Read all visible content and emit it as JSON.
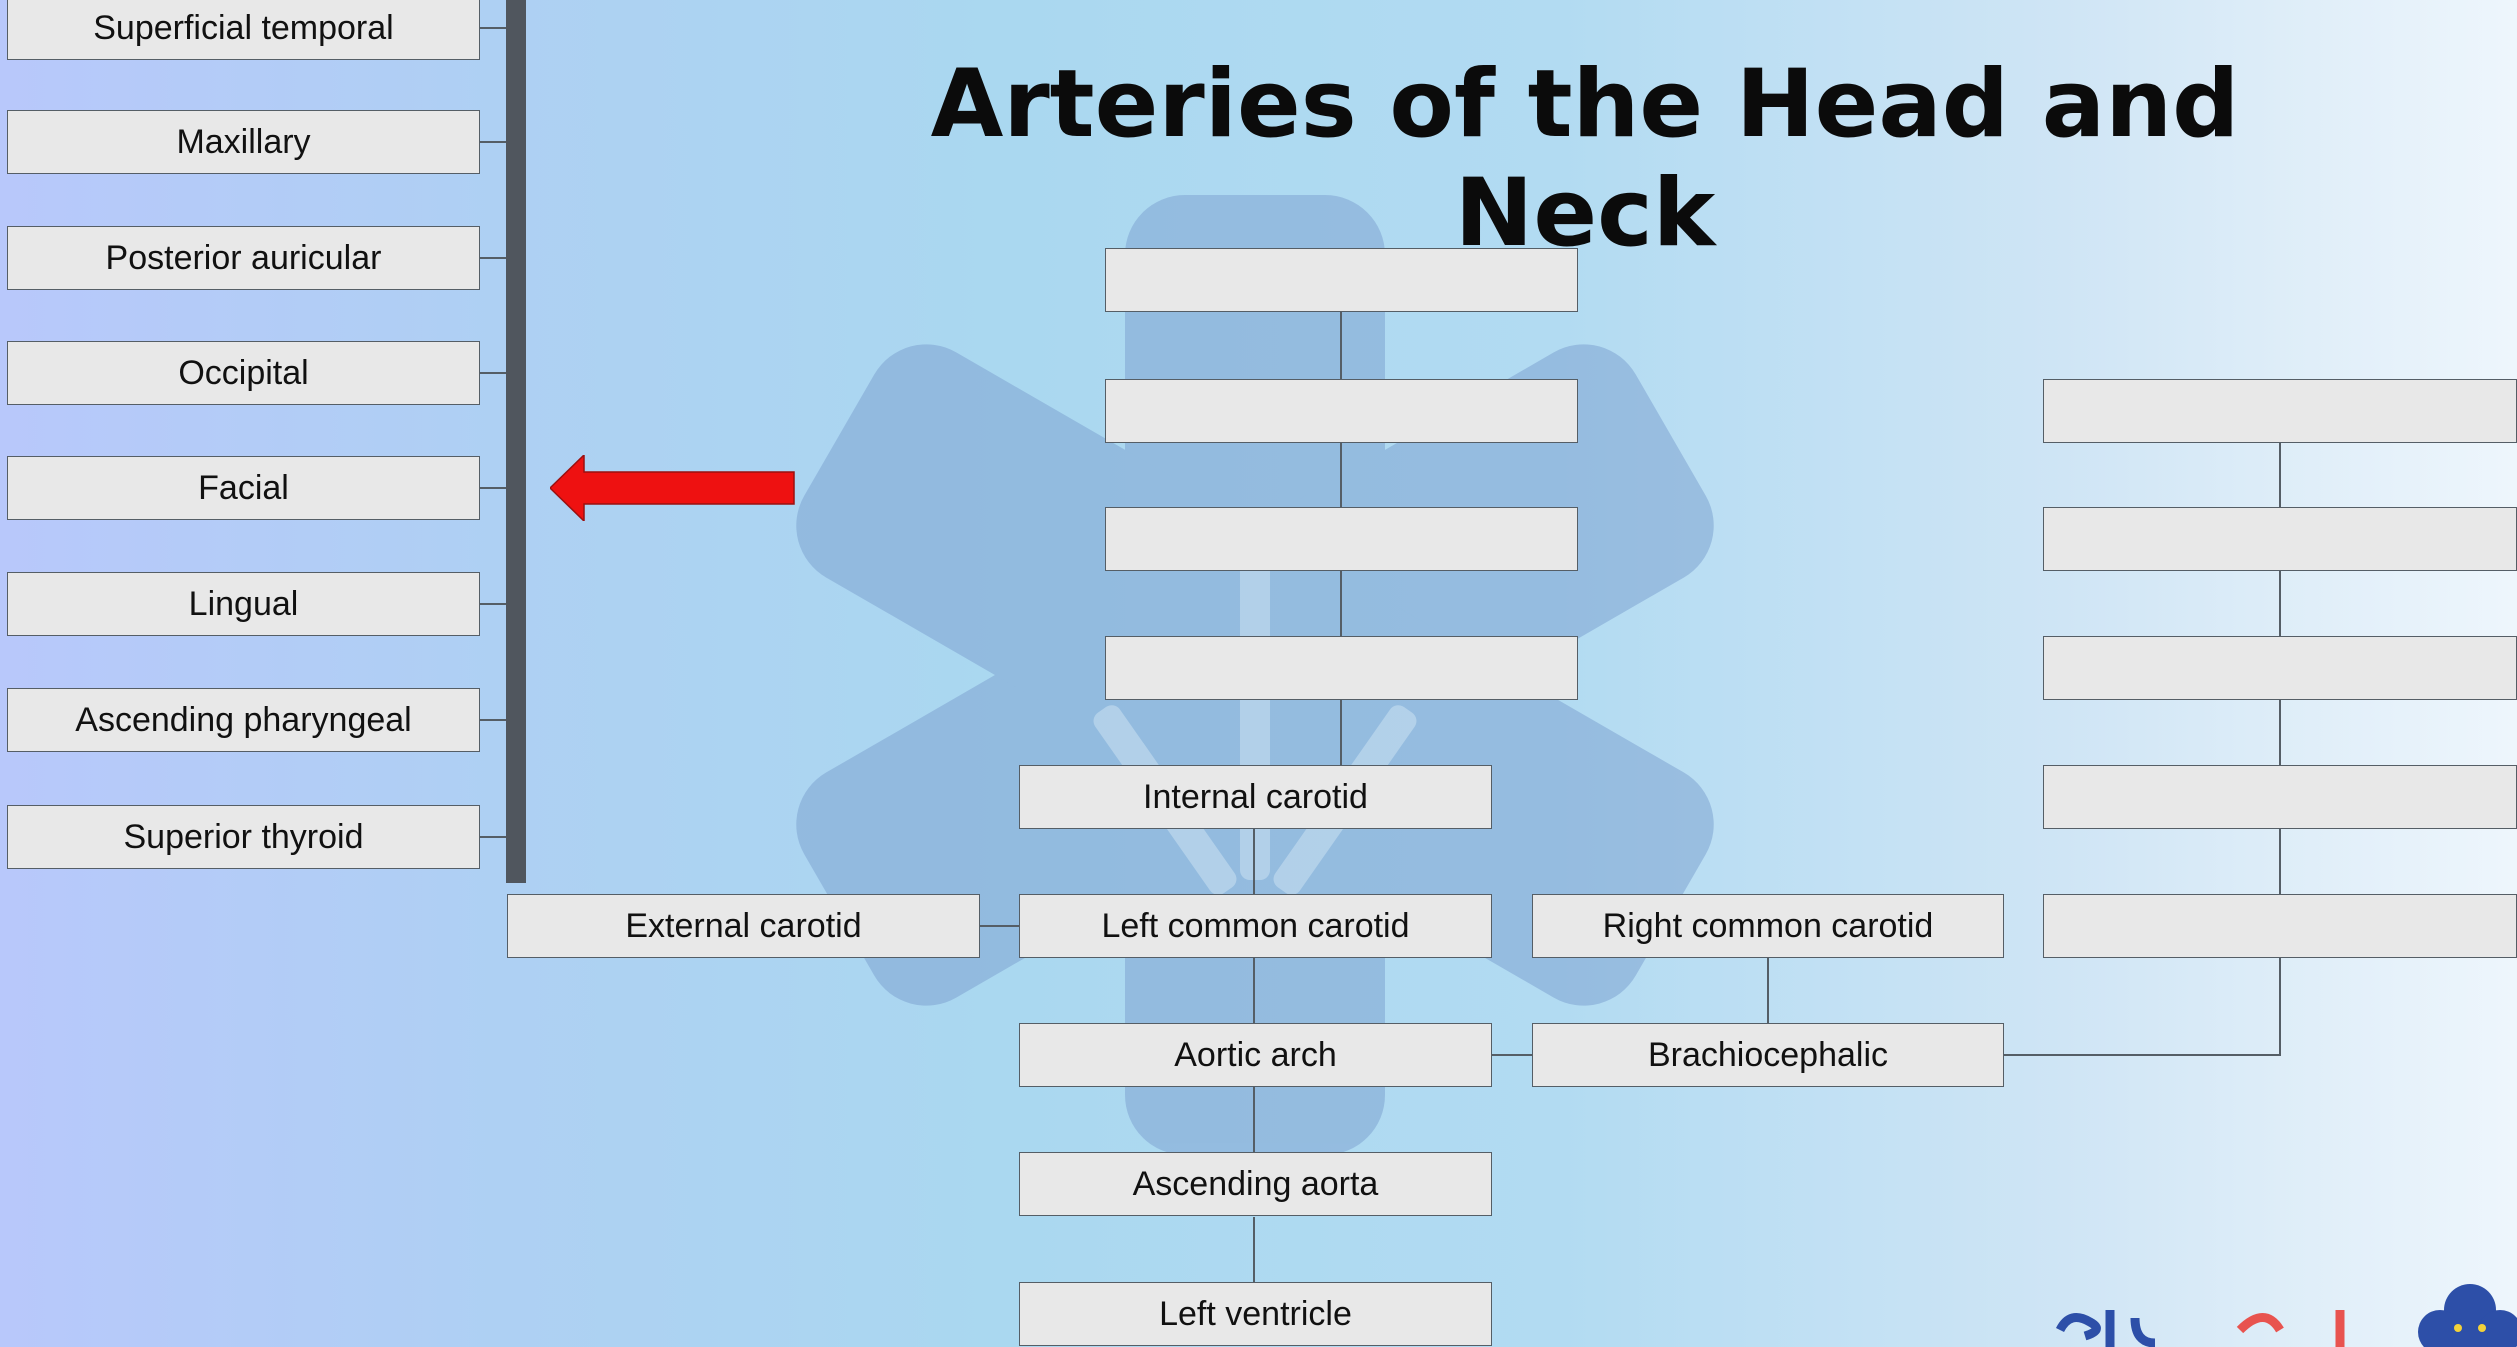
{
  "title": "Arteries of the Head and Neck",
  "colors": {
    "box_fill": "#e8e8e8",
    "box_border": "#555e66",
    "arrow": "#ee1111",
    "bar": "#50565e"
  },
  "left_branches": [
    "Superficial temporal",
    "Maxillary",
    "Posterior auricular",
    "Occipital",
    "Facial",
    "Lingual",
    "Ascending pharyngeal",
    "Superior thyroid"
  ],
  "center": {
    "blank_boxes": [
      "",
      "",
      "",
      ""
    ],
    "internal_carotid": "Internal carotid",
    "external_carotid": "External carotid",
    "left_common_carotid": "Left common carotid",
    "right_common_carotid": "Right common carotid",
    "aortic_arch": "Aortic arch",
    "brachiocephalic": "Brachiocephalic",
    "ascending_aorta": "Ascending aorta",
    "left_ventricle": "Left ventricle"
  },
  "right_blank_boxes": [
    "",
    "",
    "",
    "",
    ""
  ],
  "pointer": {
    "icon": "left-arrow-icon",
    "points_to": "Facial"
  },
  "logo": {
    "icon": "studyaid-logo"
  }
}
